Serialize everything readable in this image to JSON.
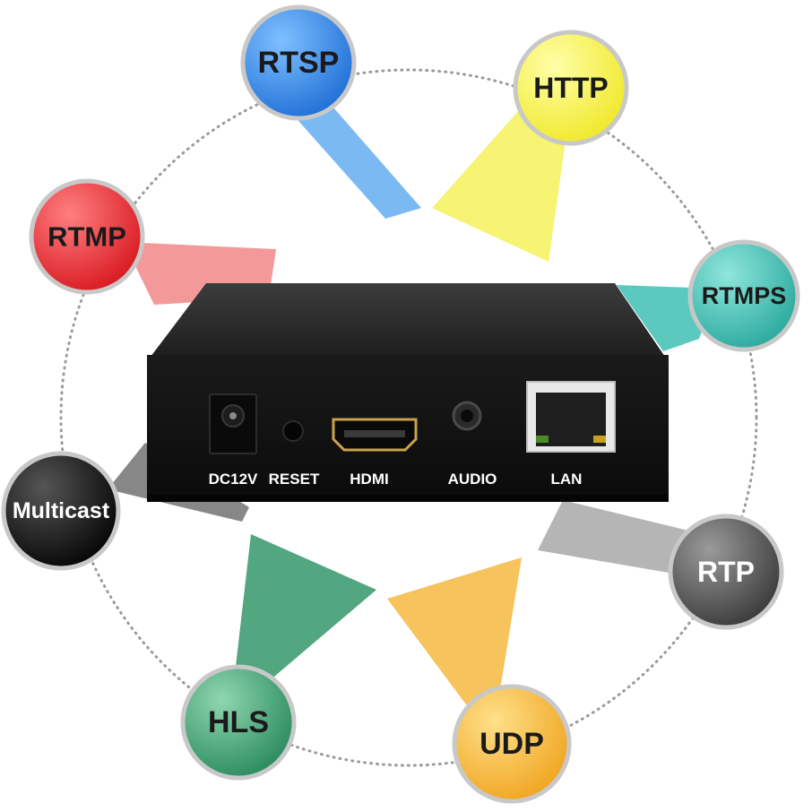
{
  "protocols": [
    {
      "id": "rtsp",
      "label": "RTSP",
      "color": "#3b8ee8"
    },
    {
      "id": "http",
      "label": "HTTP",
      "color": "#f5f24a"
    },
    {
      "id": "rtmps",
      "label": "RTMPS",
      "color": "#3fbfb3"
    },
    {
      "id": "rtp",
      "label": "RTP",
      "color": "#6f6f6f"
    },
    {
      "id": "udp",
      "label": "UDP",
      "color": "#f5b93f"
    },
    {
      "id": "hls",
      "label": "HLS",
      "color": "#3a9a6e"
    },
    {
      "id": "multicast",
      "label": "Multicast",
      "color": "#111111"
    },
    {
      "id": "rtmp",
      "label": "RTMP",
      "color": "#e8252b"
    }
  ],
  "device": {
    "ports": [
      {
        "id": "dc12v",
        "label": "DC12V"
      },
      {
        "id": "reset",
        "label": "RESET"
      },
      {
        "id": "hdmi",
        "label": "HDMI"
      },
      {
        "id": "audio",
        "label": "AUDIO"
      },
      {
        "id": "lan",
        "label": "LAN"
      }
    ]
  }
}
